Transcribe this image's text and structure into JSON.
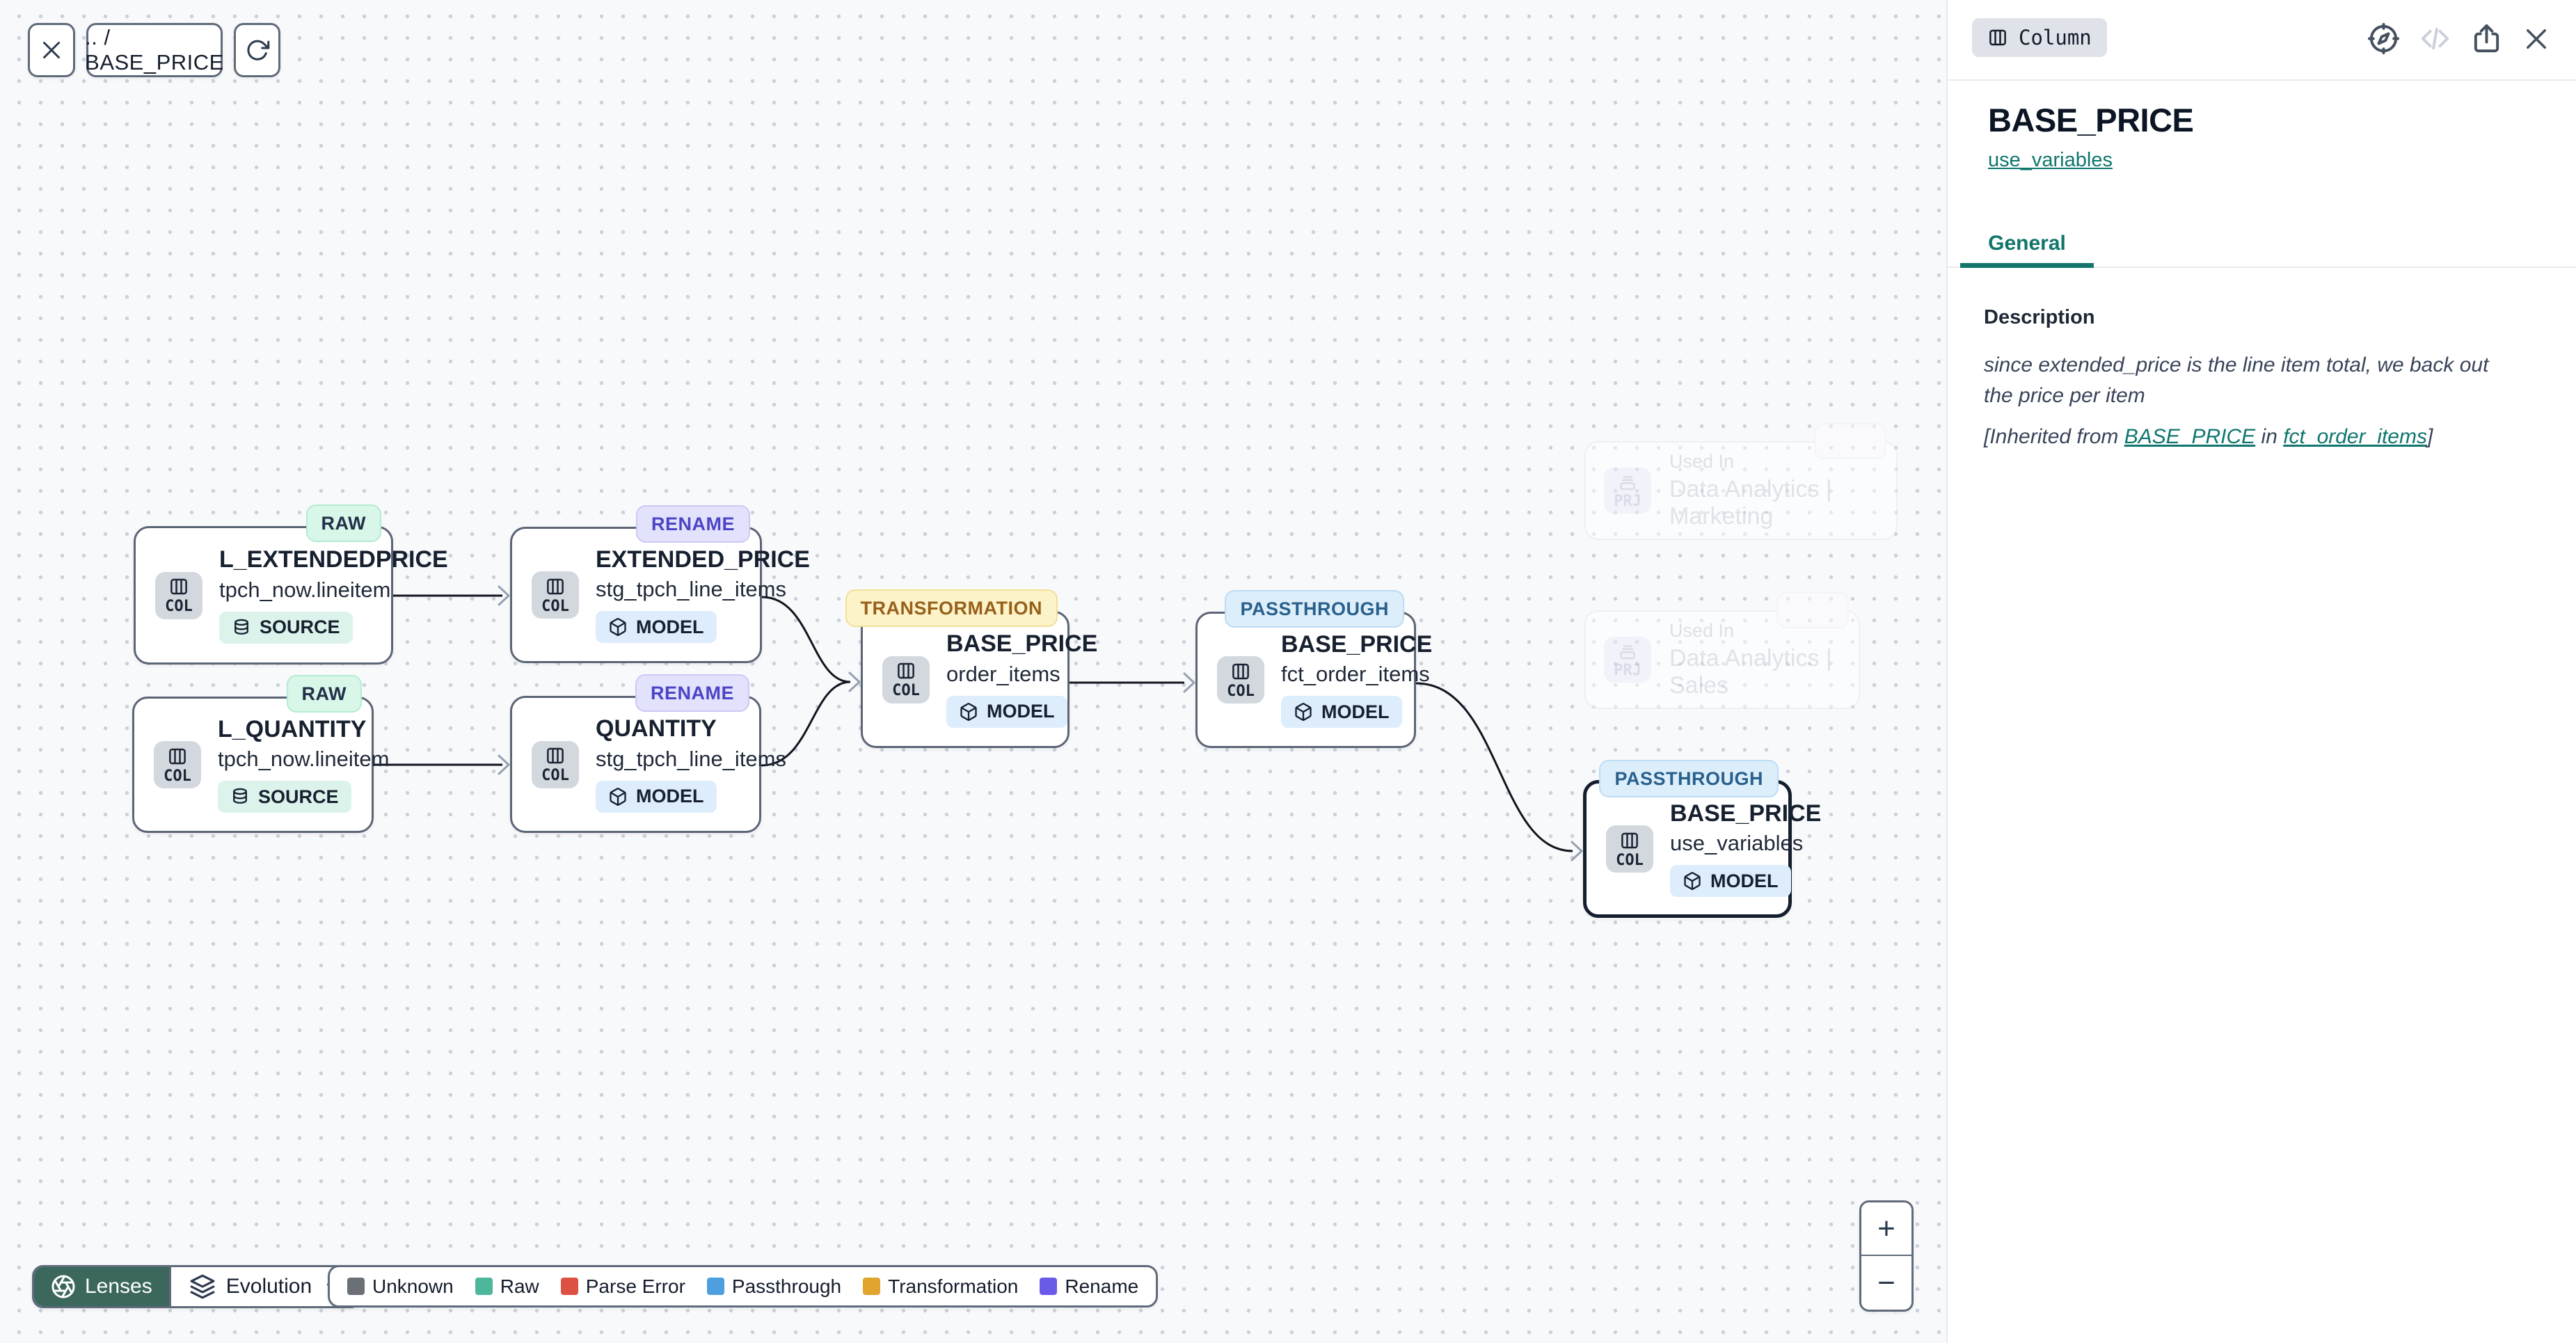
{
  "toolbar": {
    "breadcrumb": ".. / BASE_PRICE"
  },
  "panel": {
    "type_badge": "Column",
    "title": "BASE_PRICE",
    "subtitle_link": "use_variables",
    "tabs": [
      {
        "label": "General"
      }
    ],
    "description": {
      "heading": "Description",
      "body": "since extended_price is the line item total, we back out the price per item",
      "inherited_prefix": "[Inherited from ",
      "inherited_link1": "BASE_PRICE",
      "inherited_middle": " in ",
      "inherited_link2": "fct_order_items",
      "inherited_suffix": "]"
    }
  },
  "nodes": [
    {
      "title": "L_EXTENDEDPRICE",
      "subtitle": "tpch_now.lineitem",
      "badge": "RAW",
      "type": "SOURCE",
      "kind": "COL"
    },
    {
      "title": "EXTENDED_PRICE",
      "subtitle": "stg_tpch_line_items",
      "badge": "RENAME",
      "type": "MODEL",
      "kind": "COL"
    },
    {
      "title": "L_QUANTITY",
      "subtitle": "tpch_now.lineitem",
      "badge": "RAW",
      "type": "SOURCE",
      "kind": "COL"
    },
    {
      "title": "QUANTITY",
      "subtitle": "stg_tpch_line_items",
      "badge": "RENAME",
      "type": "MODEL",
      "kind": "COL"
    },
    {
      "title": "BASE_PRICE",
      "subtitle": "order_items",
      "badge": "TRANSFORMATION",
      "type": "MODEL",
      "kind": "COL"
    },
    {
      "title": "BASE_PRICE",
      "subtitle": "fct_order_items",
      "badge": "PASSTHROUGH",
      "type": "MODEL",
      "kind": "COL"
    },
    {
      "title": "BASE_PRICE",
      "subtitle": "use_variables",
      "badge": "PASSTHROUGH",
      "type": "MODEL",
      "kind": "COL"
    }
  ],
  "ghost_nodes": [
    {
      "label": "Used In",
      "name": "Data Analytics | Marketing",
      "kind": "PRJ"
    },
    {
      "label": "Used In",
      "name": "Data Analytics | Sales",
      "kind": "PRJ"
    }
  ],
  "controls": {
    "lenses_label": "Lenses",
    "lens_selected": "Evolution",
    "zoom_in": "+",
    "zoom_out": "−"
  },
  "legend": {
    "items": [
      {
        "label": "Unknown",
        "color": "#6a7076"
      },
      {
        "label": "Raw",
        "color": "#4cb79a"
      },
      {
        "label": "Parse Error",
        "color": "#dd5145"
      },
      {
        "label": "Passthrough",
        "color": "#4da0dd"
      },
      {
        "label": "Transformation",
        "color": "#e0a42f"
      },
      {
        "label": "Rename",
        "color": "#6a5ae8"
      }
    ]
  },
  "colors": {
    "accent_teal": "#0f766e",
    "lenses_bg": "#3b675c",
    "edge": "#10151f"
  }
}
